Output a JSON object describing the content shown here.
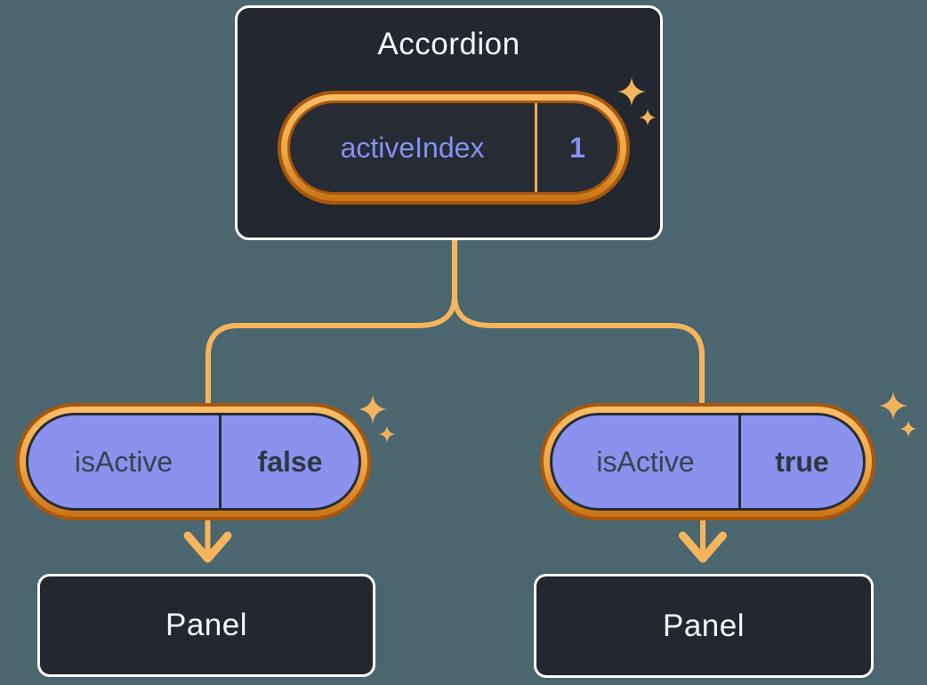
{
  "colors": {
    "background": "#4c6670",
    "box_fill": "#23272f",
    "box_border": "#ffffff",
    "text_light": "#f6f7f9",
    "purple_text": "#8691f0",
    "pill_fill": "#8a92ee",
    "pill_dark_fill": "#262b34",
    "pill_dark_border": "#262c36",
    "dark_text": "#3a414f",
    "dark_text_bold": "#2f3642",
    "ring_edge": "#a8570c",
    "ring_band_light": "#f8bd66",
    "ring_band_mid": "#efa646",
    "ring_band_dark": "#c87415",
    "connector": "#f5b55c",
    "sparkle": "#f3b35c",
    "divider_orange": "#f2ab55"
  },
  "accordion": {
    "title": "Accordion",
    "pill": {
      "label": "activeIndex",
      "value": "1"
    }
  },
  "branches": [
    {
      "pill": {
        "label": "isActive",
        "value": "false"
      },
      "panel": {
        "label": "Panel"
      }
    },
    {
      "pill": {
        "label": "isActive",
        "value": "true"
      },
      "panel": {
        "label": "Panel"
      }
    }
  ]
}
